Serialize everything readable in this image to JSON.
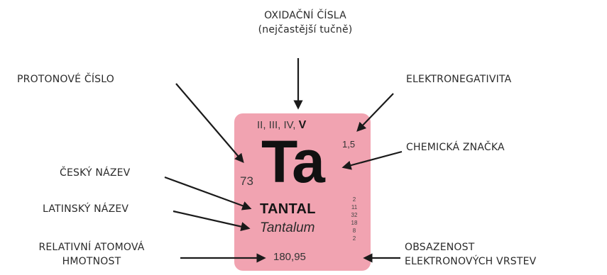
{
  "labels": {
    "oxidation_line1": "OXIDAČNÍ ČÍSLA",
    "oxidation_line2": "(nejčastější tučně)",
    "proton_number": "PROTONOVÉ ČÍSLO",
    "electronegativity": "ELEKTRONEGATIVITA",
    "chemical_symbol": "CHEMICKÁ ZNAČKA",
    "czech_name": "ČESKÝ NÁZEV",
    "latin_name": "LATINSKÝ NÁZEV",
    "atomic_mass_line1": "RELATIVNÍ ATOMOVÁ",
    "atomic_mass_line2": "HMOTNOST",
    "shells_line1": "OBSAZENOST",
    "shells_line2": "ELEKTRONOVÝCH VRSTEV"
  },
  "element": {
    "oxidation_states": "II, III, IV,",
    "oxidation_bold": "V",
    "electronegativity": "1,5",
    "symbol": "Ta",
    "atomic_number": "73",
    "name_cz": "TANTAL",
    "name_la": "Tantalum",
    "atomic_mass": "180,95",
    "shells": [
      "2",
      "11",
      "32",
      "18",
      "8",
      "2"
    ]
  },
  "colors": {
    "tile_background": "#f1a3b1",
    "arrow": "#1a1a1a"
  }
}
